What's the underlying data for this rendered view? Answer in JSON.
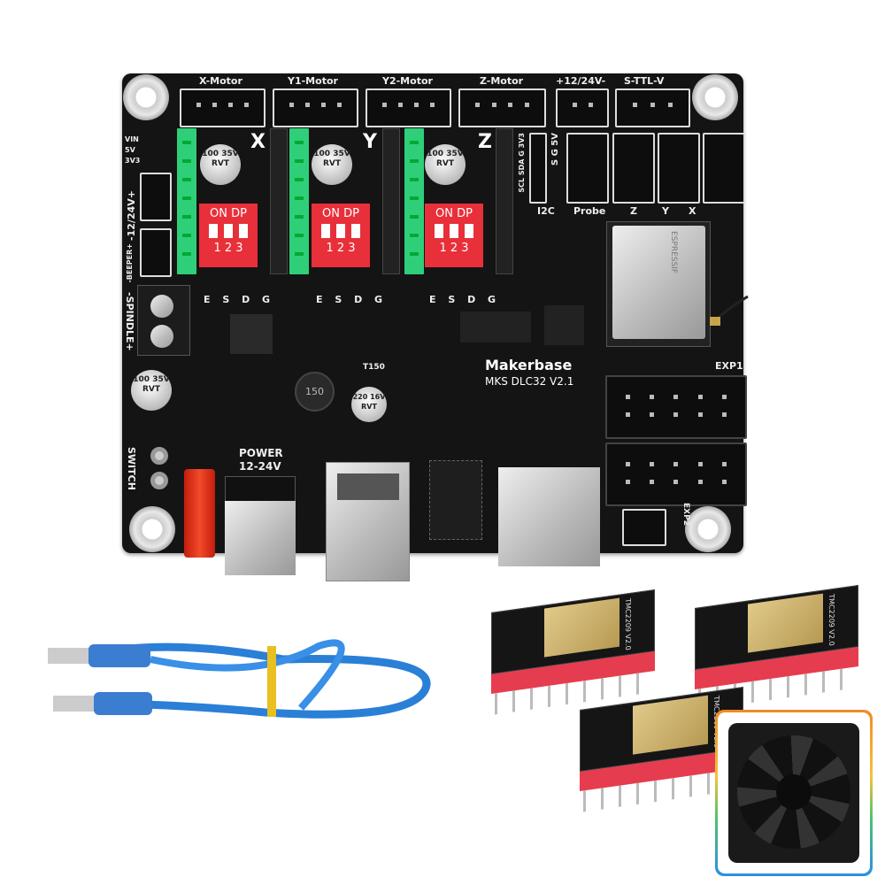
{
  "board": {
    "brand": "Makerbase",
    "model": "MKS DLC32 V2.1",
    "top_connectors": [
      "X-Motor",
      "Y1-Motor",
      "Y2-Motor",
      "Z-Motor",
      "+12/24V-",
      "S-TTL-V"
    ],
    "axis_labels": [
      "X",
      "Y",
      "Z"
    ],
    "dip_label": "ON DP",
    "dip_numbers": "1 2 3",
    "driver_pins": "E S D G",
    "cap_driver": "100 35V RVT",
    "cap_left": "100 35V RVT",
    "cap_small": "220 16V RVT",
    "inductor": "150",
    "regulator": "T150",
    "led_labels": [
      "VIN",
      "5V",
      "3V3"
    ],
    "left_side": {
      "power_in": "-12/24V+",
      "beeper": "-BEEPER+",
      "spindle": "-SPINDLE+",
      "switch": "SWITCH"
    },
    "i2c_pins": [
      "SCL",
      "SDA",
      "G",
      "3V3"
    ],
    "i2c_group": [
      "S",
      "G",
      "5V"
    ],
    "right_labels": [
      "I2C",
      "Probe",
      "Z",
      "Y",
      "X"
    ],
    "exp1": "EXP1",
    "exp2": "EXP2",
    "power_label": "POWER",
    "power_voltage": "12-24V",
    "module": "ESPRESSIF"
  },
  "drivers": {
    "label": "TMC2209 V2.0",
    "count": 3
  },
  "accessories": [
    "usb-cable",
    "cooling-fan"
  ],
  "colors": {
    "board": "#141414",
    "socket": "#2fcf7a",
    "dip": "#e8303a",
    "cable": "#2a7fd6",
    "driver_header": "#e63c4f"
  }
}
